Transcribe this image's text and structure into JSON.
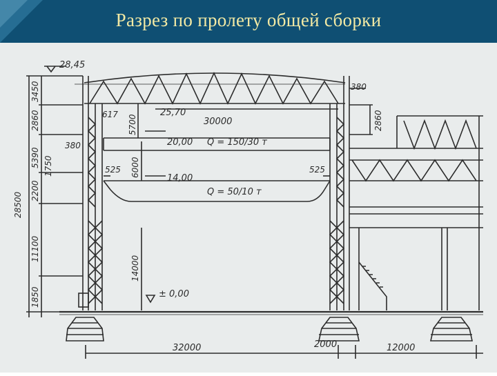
{
  "slide": {
    "title": "Разрез по пролету общей сборки"
  },
  "drawing": {
    "elevations": {
      "top": "28,45",
      "lower_chord": "25,70",
      "crane_rail_upper": "20,00",
      "crane_rail_lower": "14,00",
      "ground": "± 0,00"
    },
    "dimensions": {
      "left_total": "28500",
      "left_3450": "3450",
      "left_2860": "2860",
      "left_5390": "5390",
      "left_1750": "1750",
      "left_2200": "2200",
      "left_11100": "11100",
      "left_1850": "1850",
      "offset_617": "617",
      "offset_380_left": "380",
      "offset_525_left": "525",
      "offset_525_right": "525",
      "offset_380_right": "380",
      "right_2860": "2860",
      "truss_height": "5700",
      "crane_gap": "6000",
      "column_height": "14000",
      "truss_span": "30000",
      "bottom_span_main": "32000",
      "bottom_span_gap": "2000",
      "bottom_span_adjacent": "12000"
    },
    "cranes": {
      "upper": "Q = 150/30 т",
      "lower": "Q = 50/10 т"
    }
  }
}
